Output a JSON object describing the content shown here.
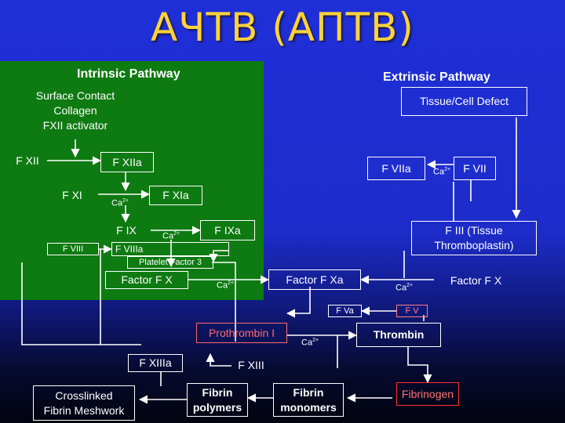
{
  "title": "АЧТВ (АПТВ)",
  "headers": {
    "intrinsic": "Intrinsic Pathway",
    "extrinsic": "Extrinsic Pathway"
  },
  "boxes": {
    "surface": "Surface Contact\nCollagen\nFXII activator",
    "tissue": "Tissue/Cell Defect",
    "fxii": "F XII",
    "fxiia": "F XIIa",
    "fviia": "F VIIa",
    "fvii": "F VII",
    "fxi": "F XI",
    "fxia": "F XIa",
    "fix": "F IX",
    "fixa": "F IXa",
    "fiii": "F III (Tissue\nThromboplastin)",
    "fviii": "F VIII",
    "fviiia": "F VIIIa",
    "pf3": "Platelet Factor 3",
    "factor_x_left": "Factor F X",
    "factor_xa": "Factor F Xa",
    "factor_x_right": "Factor F X",
    "fva": "F Va",
    "fv": "F V",
    "prothrombin": "Prothrombin I",
    "thrombin": "Thrombin",
    "fxiiia": "F XIIIa",
    "fxiii": "F XIII",
    "crosslinked": "Crosslinked\nFibrin Meshwork",
    "fibrin_polymers": "Fibrin\npolymers",
    "fibrin_monomers": "Fibrin\nmonomers",
    "fibrinogen": "Fibrinogen"
  },
  "calcium": {
    "base": "Ca",
    "charge": "2+"
  },
  "colors": {
    "title": "#ffd23a",
    "intrinsic_bg": "#0e7a12",
    "prothrombin_text": "#ff6a6a",
    "fibrinogen_border": "#ff3030"
  }
}
